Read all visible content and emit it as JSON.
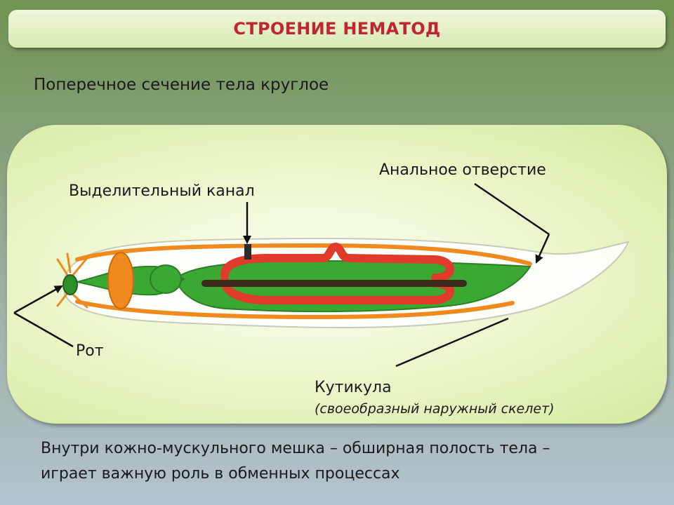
{
  "title": "СТРОЕНИЕ  НЕМАТОД",
  "subtitle": "Поперечное сечение тела круглое",
  "labels": {
    "excretory_canal": "Выделительный канал",
    "anal_opening": "Анальное отверстие",
    "mouth": "Рот",
    "cuticle": "Кутикула",
    "cuticle_note": "(своеобразный наружный скелет)"
  },
  "bottom_line1": "Внутри кожно-мускульного мешка – обширная полость тела –",
  "bottom_line2": "играет важную роль в обменных процессах",
  "colors": {
    "title_text": "#c0262d",
    "gut": "#3aa832",
    "excretory": "#e03a2a",
    "muscle": "#f08a1e",
    "nerve_cord": "#3a2a1a"
  }
}
